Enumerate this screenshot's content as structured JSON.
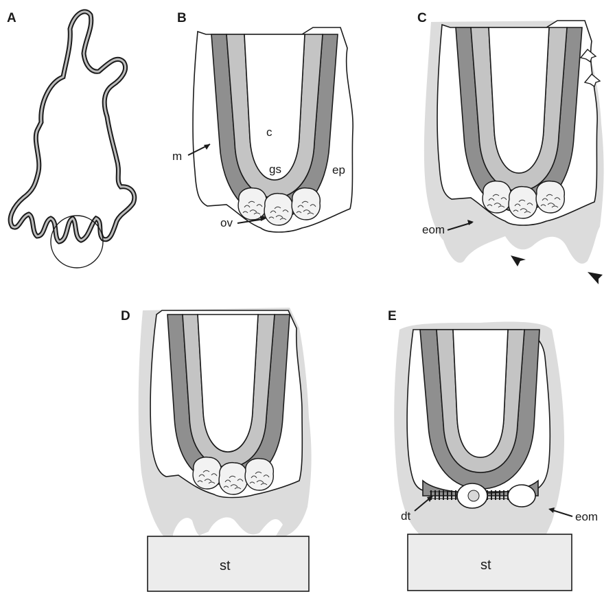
{
  "panels": {
    "a": "A",
    "b": "B",
    "c": "C",
    "d": "D",
    "e": "E"
  },
  "labels": {
    "c": "c",
    "m": "m",
    "gs": "gs",
    "ep": "ep",
    "ov": "ov",
    "eom_c": "eom",
    "st_d": "st",
    "st_e": "st",
    "dt": "dt",
    "eom_e": "eom"
  },
  "colors": {
    "muscle": "#8f8f8f",
    "gastrodermis": "#c4c4c4",
    "eom": "#dcdcdc",
    "substrate": "#ececec"
  }
}
